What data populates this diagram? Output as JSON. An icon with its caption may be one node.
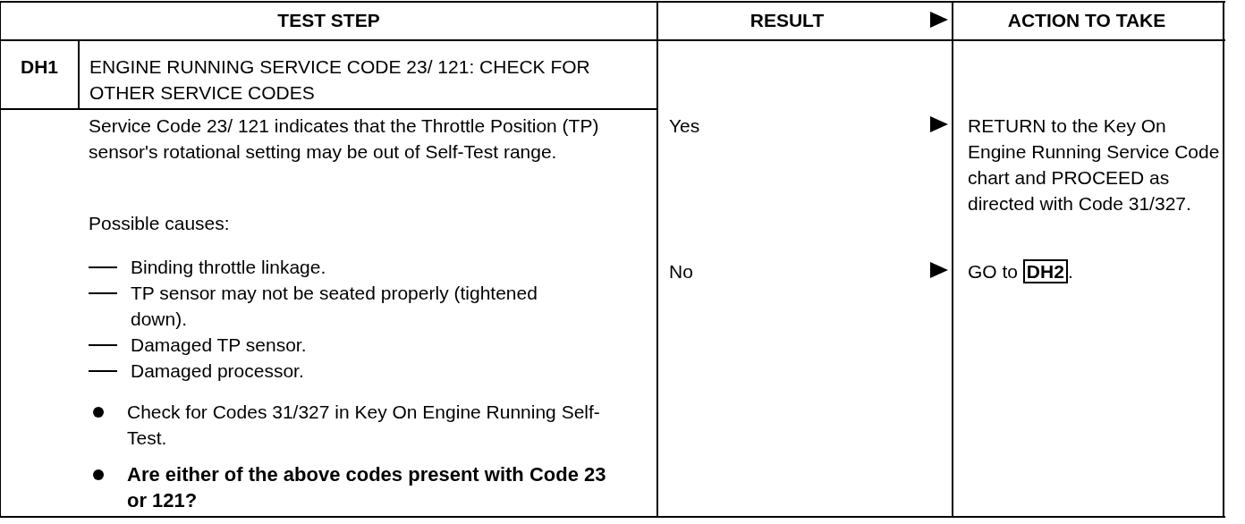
{
  "diagram": {
    "labels": [
      "TEST STEP",
      "RESULT",
      "ACTION TO TAKE",
      "DH1",
      "ENGINE RUNNING SERVICE CODE 23/ 121: CHECK FOR OTHER SERVICE CODES",
      "Service Code 23/ 121 indicates that the Throttle Position (TP) sensor's rotational setting may be out of Self-Test range.",
      "Possible causes:",
      "Binding throttle linkage.",
      "TP sensor may not be seated properly (tightened down).",
      "Damaged TP sensor.",
      "Damaged processor.",
      "Check for Codes 31/327 in Key On Engine Running Self-Test.",
      "Are either of the above codes present with Code 23 or 121?",
      "Yes",
      "RETURN to the Key On Engine Running Service Code chart and PROCEED as directed with Code 31/327.",
      "No",
      "GO to **DH2**."
    ]
  }
}
